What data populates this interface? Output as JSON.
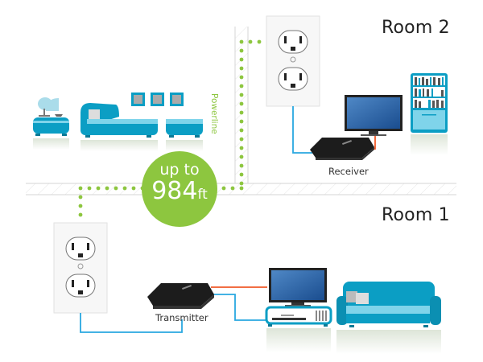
{
  "rooms": {
    "room2_label": "Room 2",
    "room1_label": "Room 1"
  },
  "badge": {
    "line1": "up to",
    "distance_value": "984",
    "distance_unit": "ft"
  },
  "powerline_label": "Powerline",
  "devices": {
    "receiver_label": "Receiver",
    "transmitter_label": "Transmitter"
  },
  "colors": {
    "accent_green": "#8dc63f",
    "furniture_teal": "#0b9ec4",
    "cable_blue": "#29a8e0",
    "cable_orange": "#f05a28"
  }
}
